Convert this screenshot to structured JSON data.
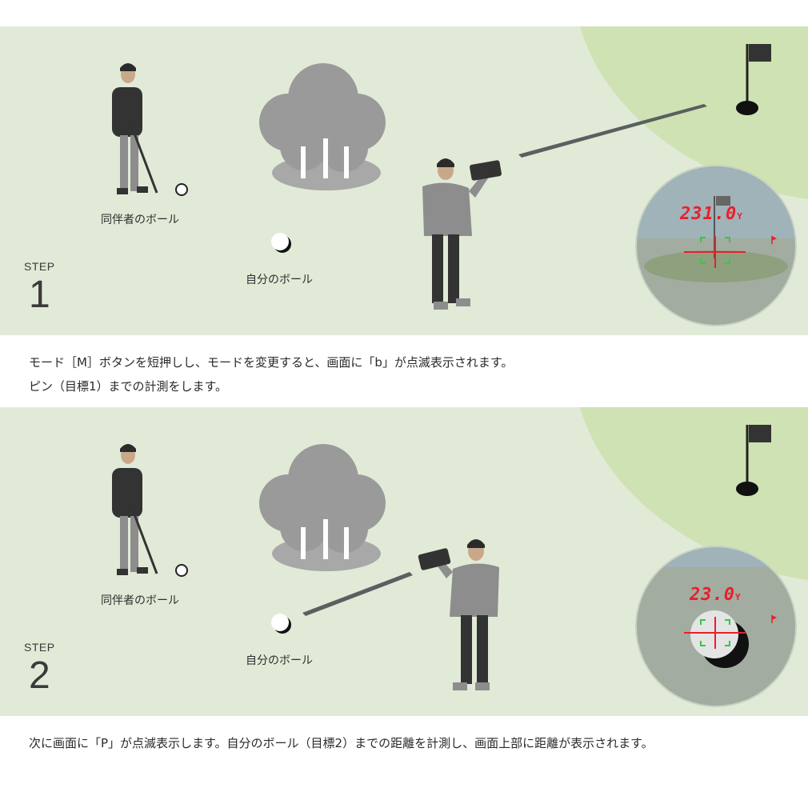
{
  "steps": [
    {
      "step_label": "STEP",
      "step_number": "1",
      "partner_ball_label": "同伴者のボール",
      "own_ball_label": "自分のボール",
      "readout_value": "231.0",
      "readout_unit": "Y",
      "caption_lines": [
        "モード［M］ボタンを短押しし、モードを変更すると、画面に「b」が点滅表示されます。",
        "ピン（目標1）までの計測をします。"
      ]
    },
    {
      "step_label": "STEP",
      "step_number": "2",
      "partner_ball_label": "同伴者のボール",
      "own_ball_label": "自分のボール",
      "readout_value": "23.0",
      "readout_unit": "Y",
      "caption_lines": [
        "次に画面に「P」が点滅表示します。自分のボール（目標2）までの距離を計測し、画面上部に距離が表示されます。"
      ]
    }
  ],
  "colors": {
    "panel_bg": "#e1ead6",
    "green_area": "#cfe2b3",
    "tree": "#9a9a9a",
    "readout": "#e8202a",
    "reticle_green": "#2ecc40"
  },
  "icons": [
    "golfer-icon",
    "tree-icon",
    "flag-icon",
    "rangefinder-user-icon",
    "scope-view-icon",
    "golf-ball-icon"
  ]
}
